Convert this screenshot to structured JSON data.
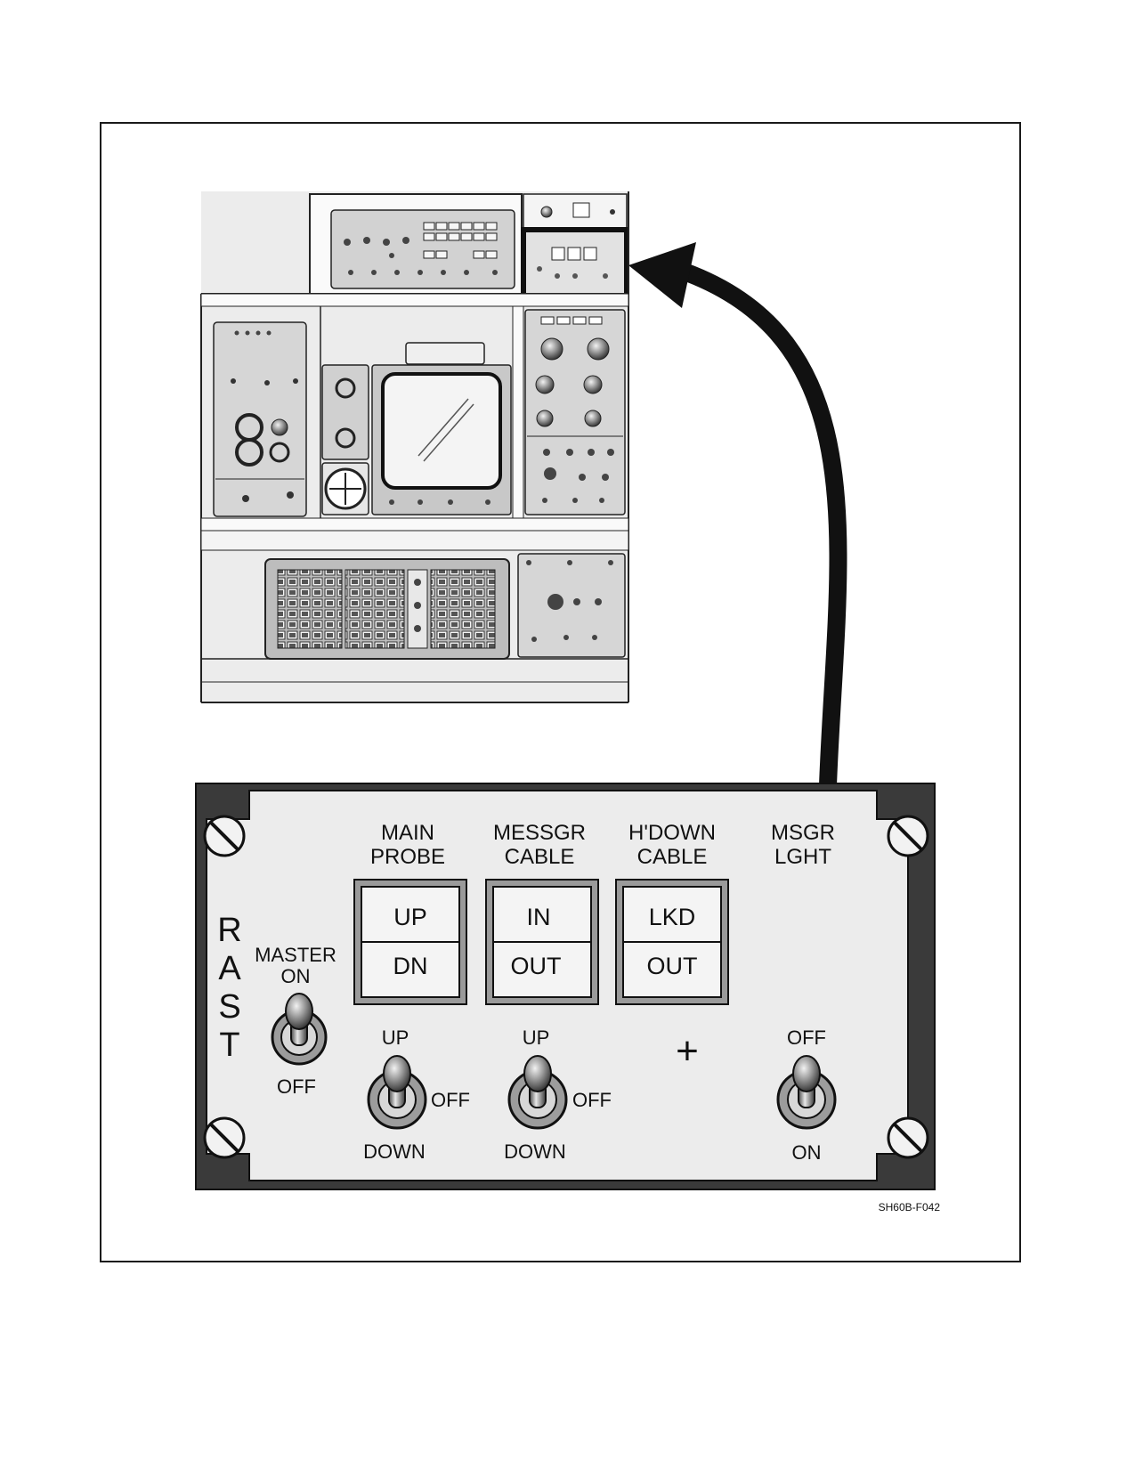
{
  "figure_code": "SH60B-F042",
  "panel": {
    "side_label_letters": [
      "R",
      "A",
      "S",
      "T"
    ],
    "master": {
      "label_line1": "MASTER",
      "label_line2": "ON",
      "off_label": "OFF"
    },
    "columns": [
      {
        "label_line1": "MAIN",
        "label_line2": "PROBE",
        "indicator_top": "UP",
        "indicator_bottom": "DN",
        "switch_up": "UP",
        "switch_off": "OFF",
        "switch_down": "DOWN"
      },
      {
        "label_line1": "MESSGR",
        "label_line2": "CABLE",
        "indicator_top": "IN",
        "indicator_bottom": "OUT",
        "switch_up": "UP",
        "switch_off": "OFF",
        "switch_down": "DOWN"
      },
      {
        "label_line1": "H'DOWN",
        "label_line2": "CABLE",
        "indicator_top": "LKD",
        "indicator_bottom": "OUT"
      }
    ],
    "msgr_light": {
      "label_line1": "MSGR",
      "label_line2": "LGHT",
      "off_label": "OFF",
      "on_label": "ON"
    },
    "center_mark": "+"
  }
}
